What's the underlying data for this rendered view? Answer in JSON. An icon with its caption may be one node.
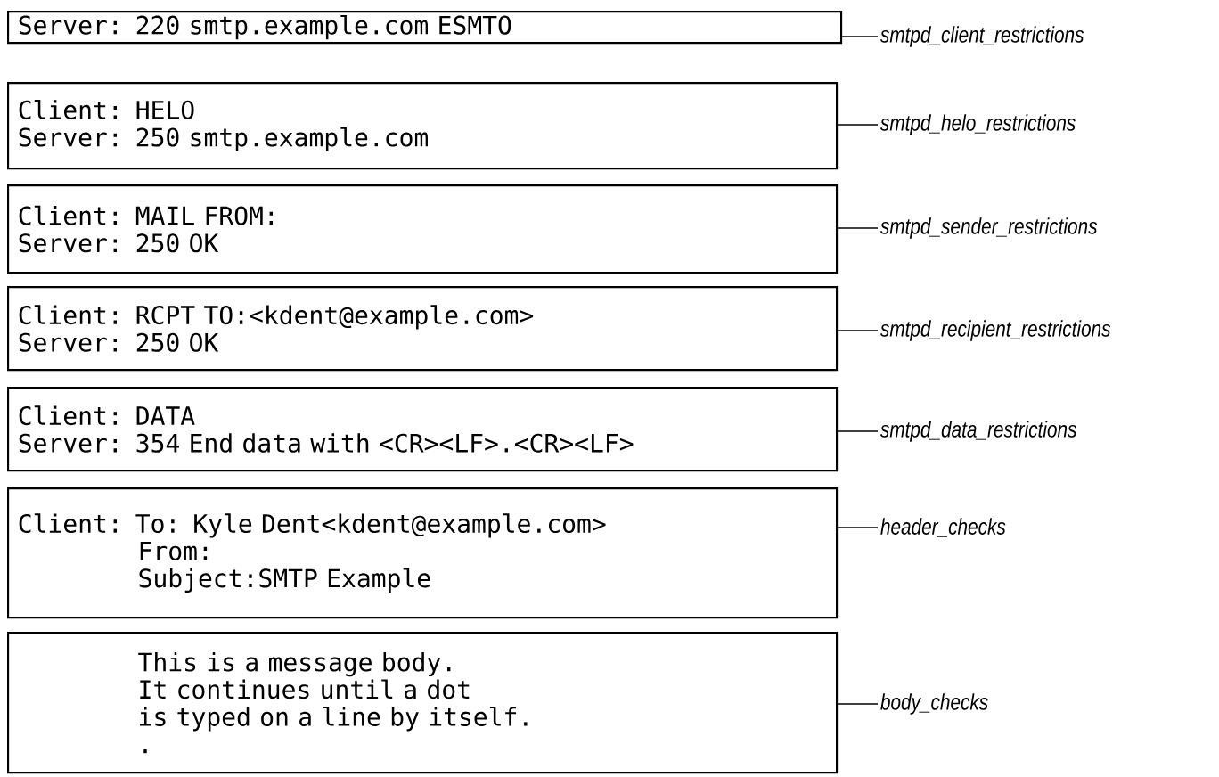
{
  "diagram": {
    "nodes": [
      {
        "text": [
          "Server: 220 smtp.example.com ESMTO"
        ]
      },
      {
        "text": [
          "Client: HELO",
          "Server: 250 smtp.example.com"
        ]
      },
      {
        "text": [
          "Client: MAIL FROM:",
          "Server: 250 OK"
        ]
      },
      {
        "text": [
          "Client: RCPT TO:<kdent@example.com>",
          "Server: 250 OK"
        ]
      },
      {
        "text": [
          "Client: DATA",
          "Server: 354 End data with <CR><LF>.<CR><LF>"
        ]
      },
      {
        "text": [
          "Client: To: Kyle Dent<kdent@example.com>",
          "From:",
          "Subject:SMTP Example"
        ]
      },
      {
        "text": [
          "This is a message body.",
          "It continues until a dot",
          "is typed on a line by itself.",
          "."
        ]
      },
      {
        "text": [
          "smtpd_client_restrictions"
        ]
      },
      {
        "text": [
          "smtpd_helo_restrictions"
        ]
      },
      {
        "text": [
          "smtpd_sender_restrictions"
        ]
      },
      {
        "text": [
          "smtpd_recipient_restrictions"
        ]
      },
      {
        "text": [
          "smtpd_data_restrictions"
        ]
      },
      {
        "text": [
          "header_checks"
        ]
      },
      {
        "text": [
          "body_checks"
        ]
      }
    ],
    "edges": [
      {
        "from": 7,
        "to": 0,
        "arrow": "none"
      },
      {
        "from": 8,
        "to": 1,
        "arrow": "none"
      },
      {
        "from": 9,
        "to": 2,
        "arrow": "none"
      },
      {
        "from": 10,
        "to": 3,
        "arrow": "none"
      },
      {
        "from": 11,
        "to": 4,
        "arrow": "none"
      },
      {
        "from": 12,
        "to": 5,
        "arrow": "none"
      },
      {
        "from": 13,
        "to": 6,
        "arrow": "none"
      }
    ]
  }
}
